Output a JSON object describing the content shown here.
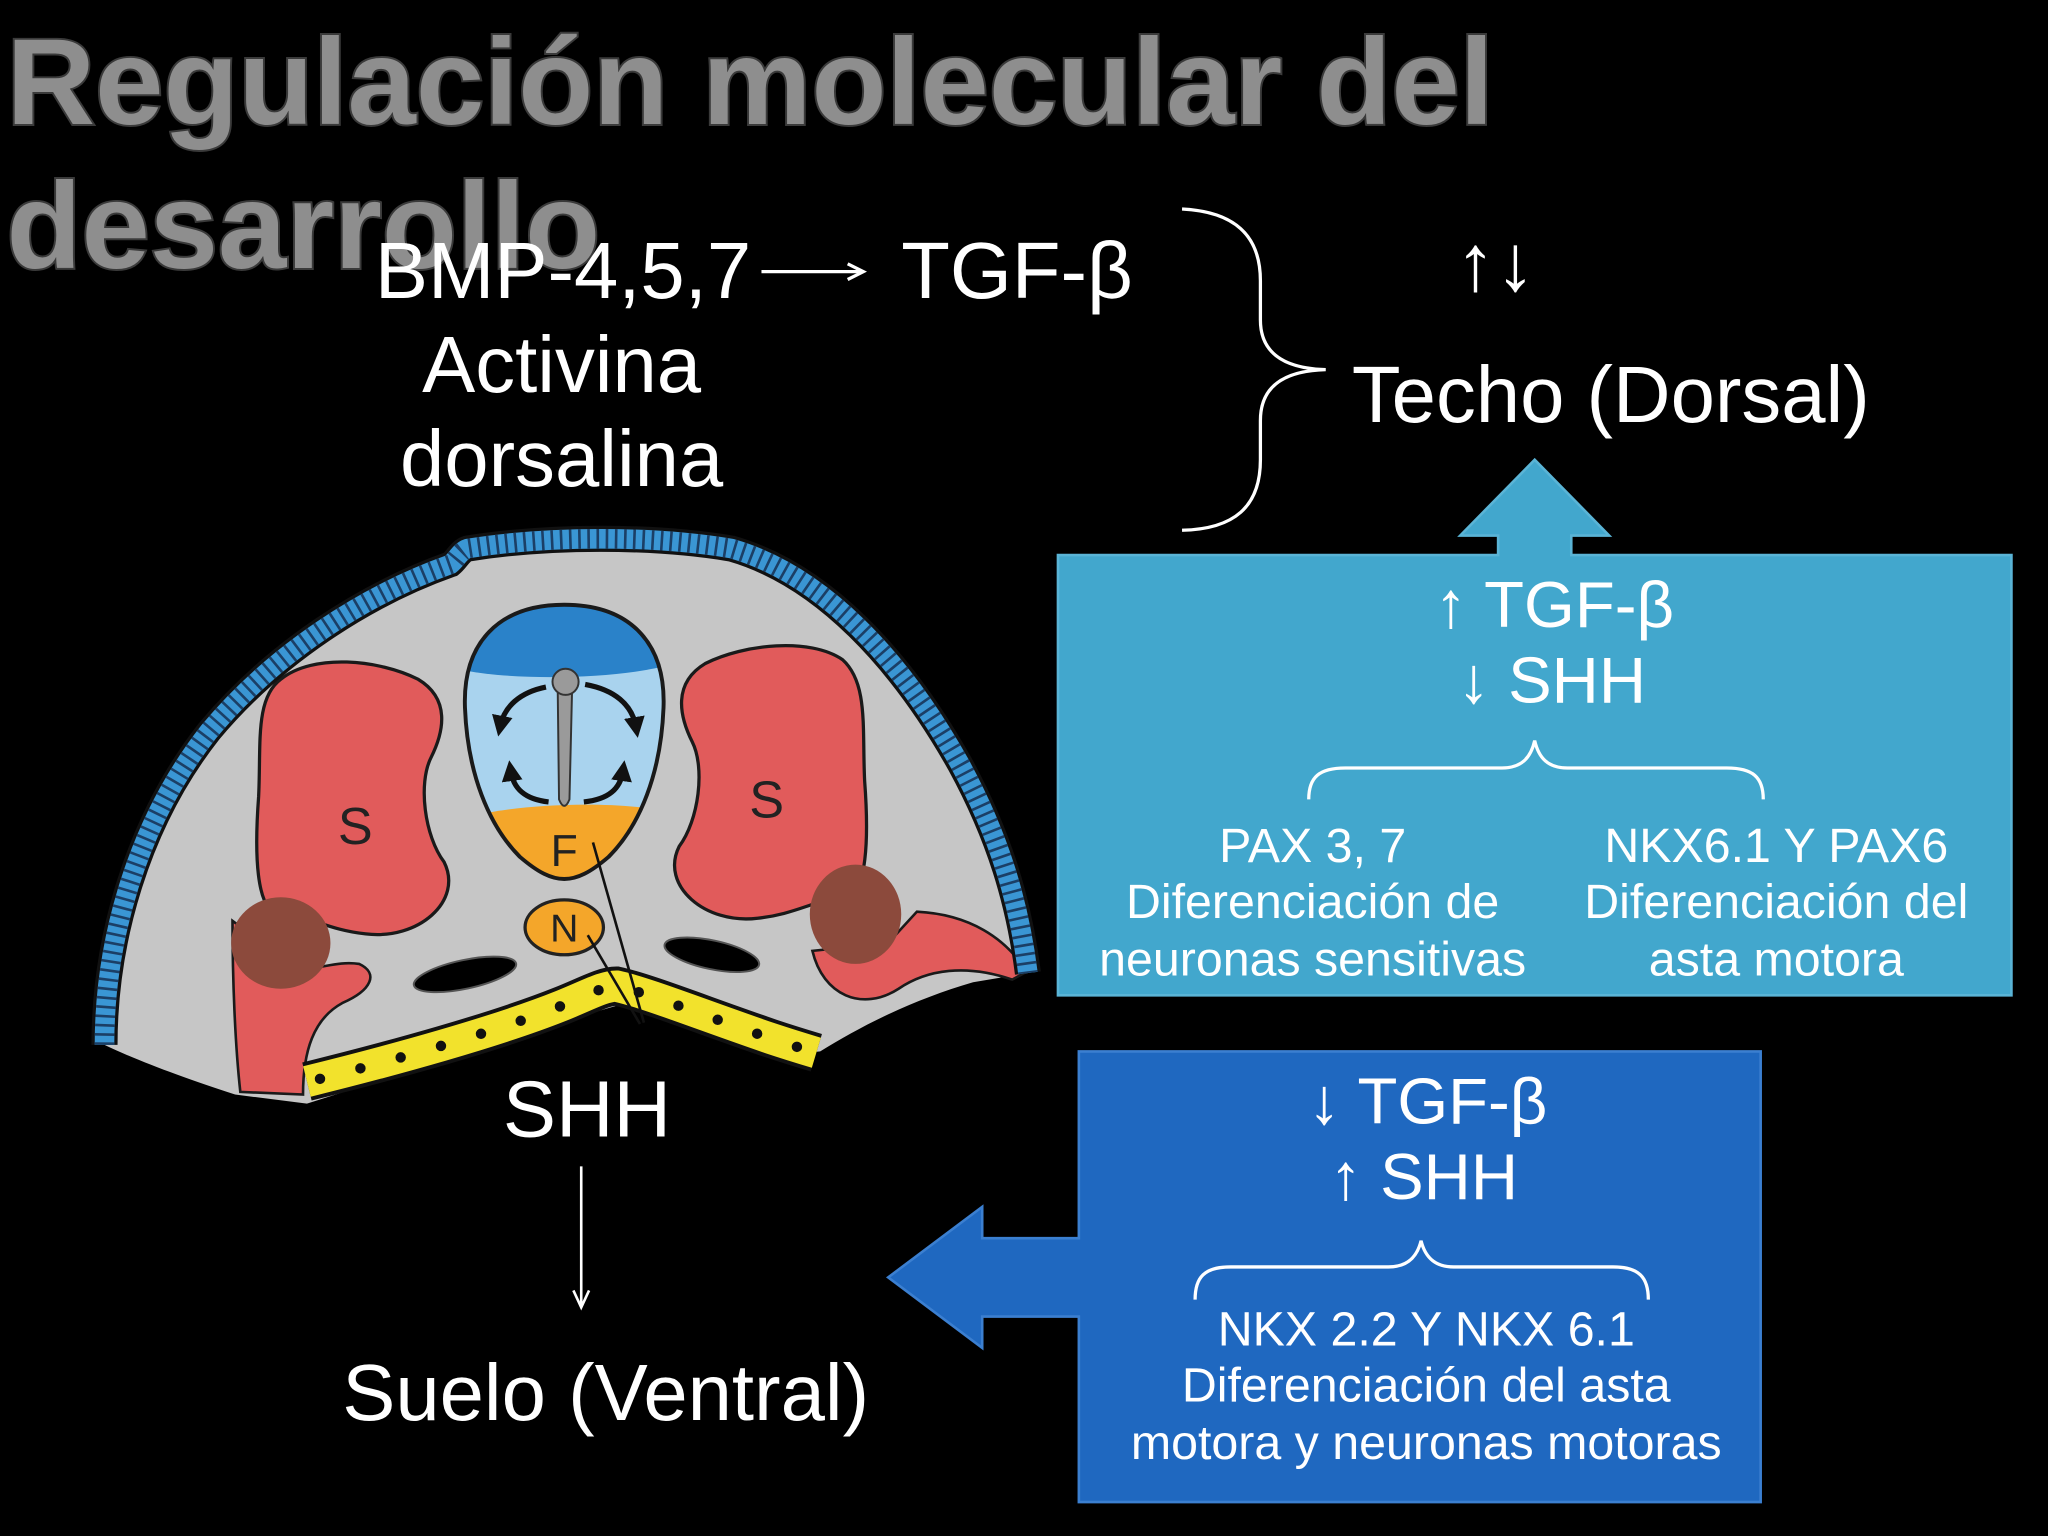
{
  "slide": {
    "title_line1": "Regulación molecular del",
    "title_line2": "desarrollo",
    "background": "#000000"
  },
  "dorsal_signals": {
    "bmp": "BMP-4,5,7",
    "tgf": "TGF-β",
    "activina": "Activina",
    "dorsalina": "dorsalina",
    "updown": "↑↓",
    "target": "Techo (Dorsal)"
  },
  "ventral_signals": {
    "shh": "SHH",
    "target": "Suelo (Ventral)"
  },
  "diagram": {
    "somite_label_left": "S",
    "somite_label_right": "S",
    "floor_plate_label": "F",
    "notochord_label": "N",
    "colors": {
      "somite": "#e15b5b",
      "ectoderm": "#3a96d4",
      "neural_tube": "#a9d3ee",
      "roof_plate": "#2a82c9",
      "floor_plate": "#f4a62a",
      "endoderm": "#f2e22c",
      "body": "#c6c6c6"
    }
  },
  "dorsal_box": {
    "color": "#42a7cd",
    "line1": "↑ TGF-β",
    "line2": "↓ SHH",
    "columns": [
      {
        "lines": [
          "PAX 3, 7",
          "Diferenciación de",
          "neuronas sensitivas"
        ]
      },
      {
        "lines": [
          "NKX6.1 Y PAX6",
          "Diferenciación del",
          "asta motora"
        ]
      }
    ]
  },
  "ventral_box": {
    "color": "#1f68c0",
    "line1": "↓ TGF-β",
    "line2": "↑ SHH",
    "lines": [
      "NKX 2.2 Y NKX 6.1",
      "Diferenciación del asta",
      "motora y neuronas motoras"
    ]
  }
}
